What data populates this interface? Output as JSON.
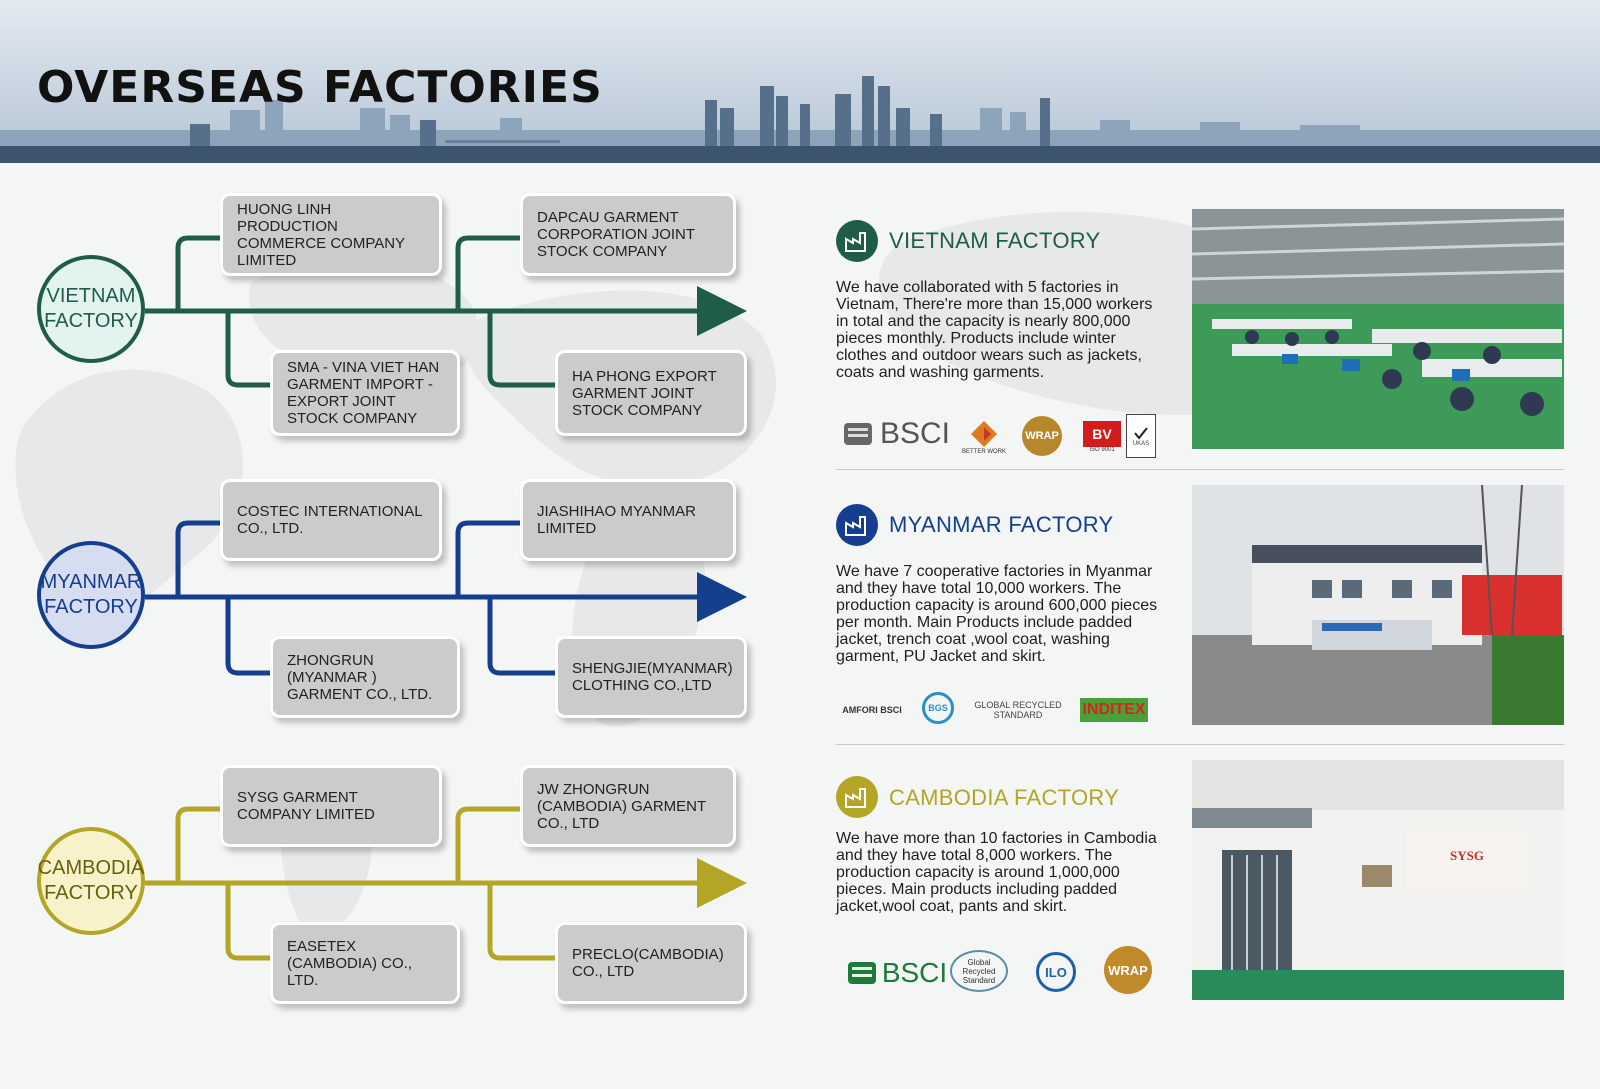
{
  "page_title": "OVERSEAS FACTORIES",
  "colors": {
    "vietnam": "#1f5d48",
    "myanmar": "#163e8e",
    "cambodia": "#b3a526"
  },
  "hubs": {
    "vietnam": "VIETNAM\nFACTORY",
    "myanmar": "MYANMAR\nFACTORY",
    "cambodia": "CAMBODIA\nFACTORY"
  },
  "factories": {
    "vietnam": [
      "HUONG LINH PRODUCTION COMMERCE COMPANY LIMITED",
      "DAPCAU GARMENT CORPORATION JOINT STOCK COMPANY",
      "SMA - VINA VIET HAN GARMENT IMPORT - EXPORT JOINT STOCK COMPANY",
      "HA PHONG EXPORT GARMENT JOINT STOCK COMPANY"
    ],
    "myanmar": [
      "COSTEC INTERNATIONAL CO., LTD.",
      "JIASHIHAO MYANMAR LIMITED",
      "ZHONGRUN (MYANMAR ) GARMENT CO., LTD.",
      "SHENGJIE(MYANMAR) CLOTHING CO.,LTD"
    ],
    "cambodia": [
      "SYSG GARMENT COMPANY LIMITED",
      "JW ZHONGRUN (CAMBODIA) GARMENT CO., LTD",
      "EASETEX (CAMBODIA) CO., LTD.",
      "PRECLO(CAMBODIA) CO., LTD"
    ]
  },
  "sections": {
    "vietnam": {
      "title": "VIETNAM FACTORY",
      "text": "We have collaborated with 5 factories in Vietnam, There're more than 15,000 workers in total and the capacity is nearly 800,000 pieces monthly. Products include winter clothes and outdoor wears such as jackets, coats and washing garments.",
      "logos": [
        "BSCI",
        "BETTER WORK",
        "WRAP",
        "BV",
        "ISO 9001",
        "UKAS"
      ]
    },
    "myanmar": {
      "title": "MYANMAR FACTORY",
      "text": "We have 7 cooperative factories in Myanmar and they have total 10,000 workers. The production capacity is around 600,000 pieces per month. Main Products include padded jacket, trench coat ,wool coat, washing garment, PU Jacket and skirt.",
      "logos": [
        "AMFORI BSCI",
        "BGS",
        "GLOBAL RECYCLED STANDARD",
        "INDITEX"
      ]
    },
    "cambodia": {
      "title": "CAMBODIA FACTORY",
      "text": "We have more than 10 factories in Cambodia and they have total 8,000 workers. The production capacity is around 1,000,000 pieces. Main products including padded jacket,wool coat, pants and skirt.",
      "logos": [
        "BSCI",
        "Global Recycled Standard",
        "ILO",
        "WRAP"
      ],
      "photo_sign": "SYSG"
    }
  }
}
